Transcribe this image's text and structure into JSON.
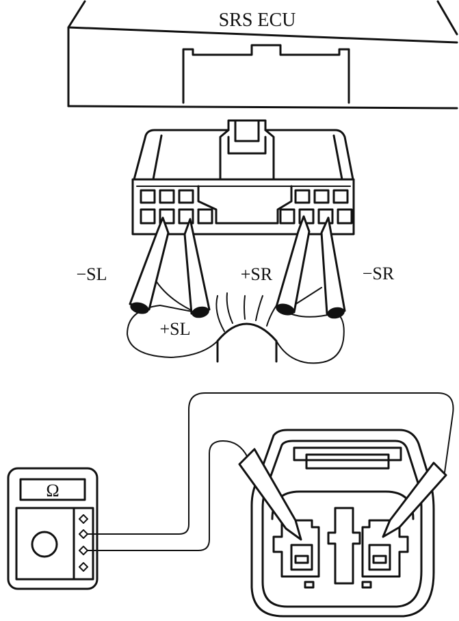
{
  "ecu": {
    "label": "SRS ECU"
  },
  "terminals": {
    "minus_sl": "−SL",
    "plus_sl": "+SL",
    "plus_sr": "+SR",
    "minus_sr": "−SR"
  },
  "meter": {
    "ohm_symbol": "Ω"
  }
}
